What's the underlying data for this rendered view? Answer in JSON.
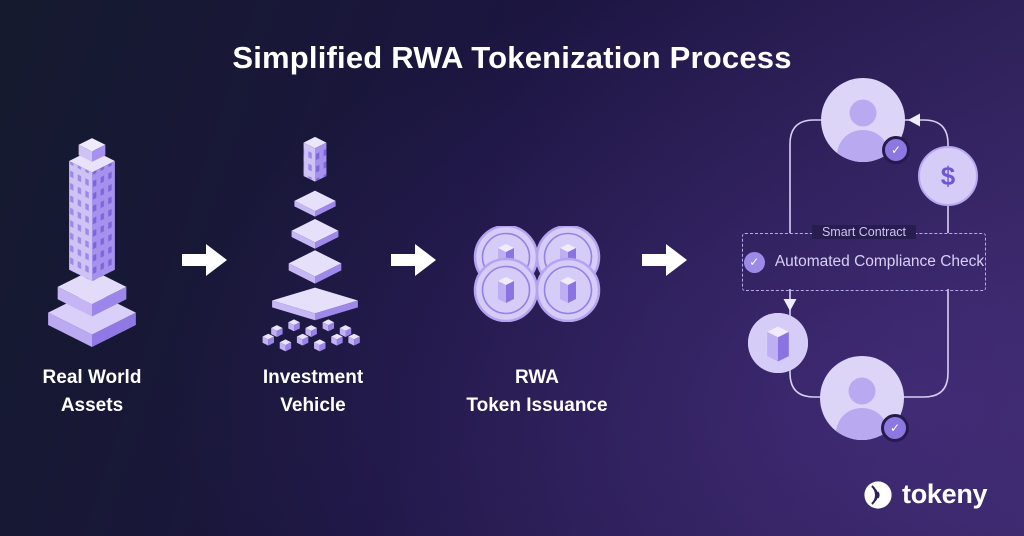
{
  "page": {
    "title": "Simplified RWA Tokenization Process"
  },
  "stages": [
    {
      "name": "real-world-assets",
      "label": "Real World\nAssets"
    },
    {
      "name": "investment-vehicle",
      "label": "Investment\nVehicle"
    },
    {
      "name": "rwa-token-issuance",
      "label": "RWA\nToken Issuance"
    }
  ],
  "compliance_flow": {
    "smart_contract_label": "Smart Contract",
    "automated_check_label": "Automated Compliance Check"
  },
  "icons": {
    "check": "✓",
    "dollar": "$"
  },
  "brand": {
    "name": "tokeny"
  },
  "colors": {
    "background_gradient_start": "#151a2e",
    "background_gradient_end": "#32245c",
    "illustration_light": "#e9e2fb",
    "illustration_mid": "#cfc3f6",
    "illustration_dark": "#a692ee",
    "illustration_deep": "#8b73e2",
    "badge_purple": "#8d78e2",
    "text_white": "#ffffff",
    "lavender_text": "#d8d0f6"
  }
}
